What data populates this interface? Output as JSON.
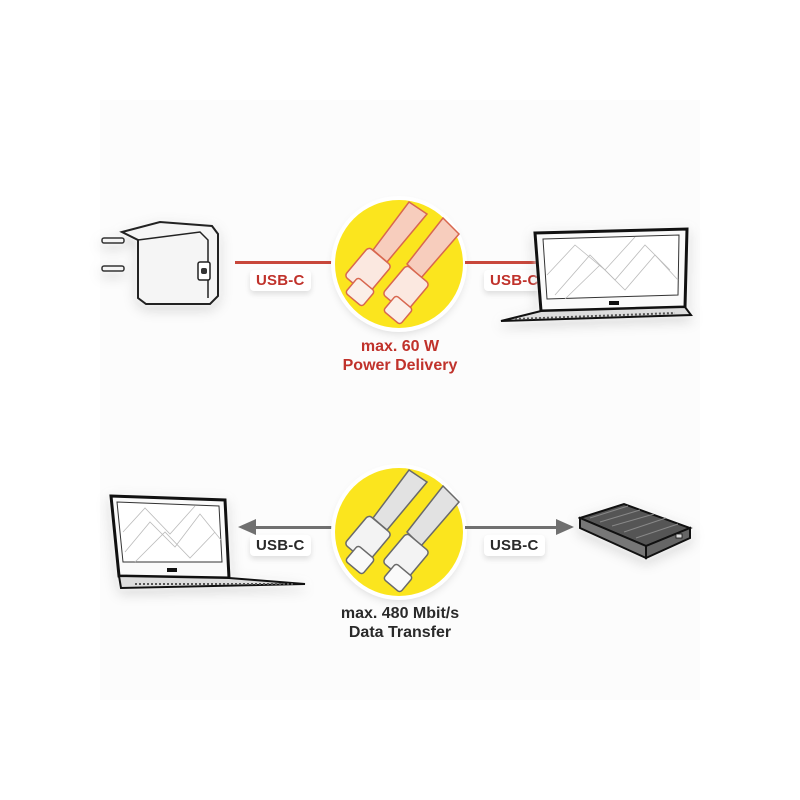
{
  "colors": {
    "power_accent": "#c0322b",
    "data_accent": "#707070",
    "circle_fill": "#fbe51e",
    "background": "#ffffff"
  },
  "power_row": {
    "source_device": "wall-charger-icon",
    "left_label": "USB-C",
    "right_label": "USB-C",
    "cable_icon": "usb-c-cable-pink-icon",
    "target_device": "laptop-icon",
    "caption_line1": "max. 60 W",
    "caption_line2": "Power Delivery",
    "direction": "left-to-right"
  },
  "data_row": {
    "left_device": "laptop-icon",
    "left_label": "USB-C",
    "right_label": "USB-C",
    "cable_icon": "usb-c-cable-gray-icon",
    "right_device": "external-drive-icon",
    "caption_line1": "max. 480 Mbit/s",
    "caption_line2": "Data Transfer",
    "direction": "bidirectional"
  }
}
